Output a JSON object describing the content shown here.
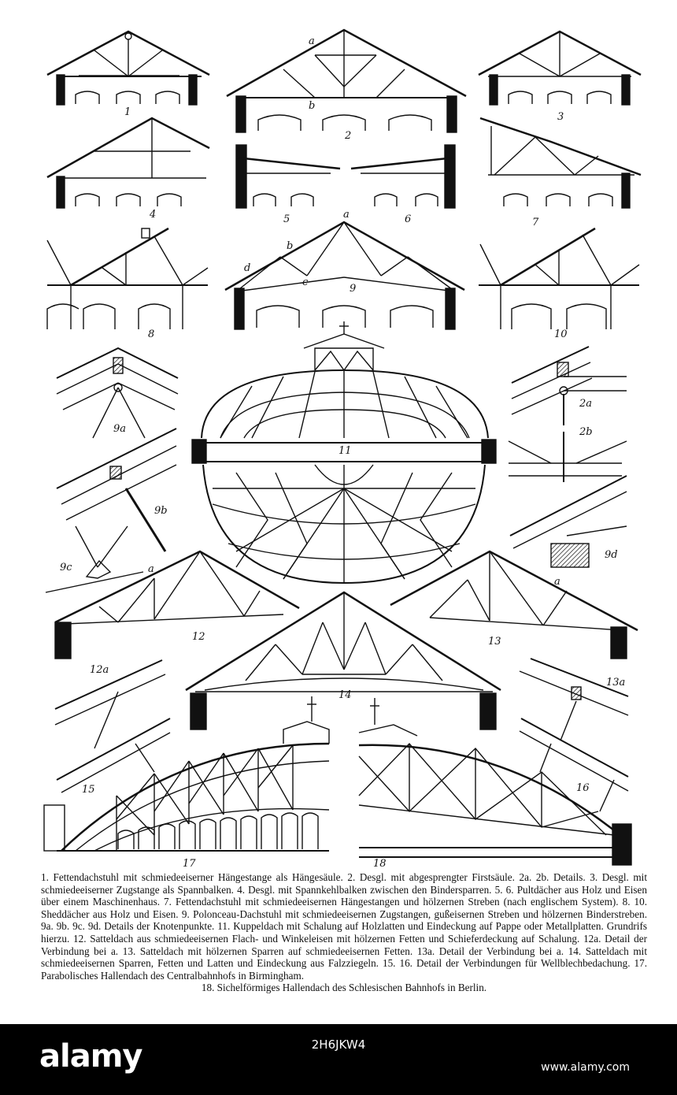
{
  "figure_numbers": [
    "1",
    "2",
    "3",
    "4",
    "5",
    "6",
    "7",
    "8",
    "9",
    "10",
    "11",
    "12",
    "13",
    "14",
    "15",
    "16",
    "17",
    "18"
  ],
  "detail_labels": [
    "9a",
    "9b",
    "9c",
    "9d",
    "2a",
    "2b",
    "12a",
    "13a"
  ],
  "point_labels": [
    "a",
    "b",
    "a",
    "b",
    "c",
    "d",
    "a",
    "a",
    "a"
  ],
  "caption": [
    "1. Fettendachstuhl mit schmiedeeiserner Hängestange als Hängesäule. 2. Desgl. mit abgesprengter Firstsäule. 2a. 2b. Details. 3. Desgl. mit schmiedeeiserner Zugstange als Spannbalken. 4. Desgl. mit Spannkehlbalken zwischen den Bindersparren. 5. 6. Pultdächer aus Holz und Eisen über einem Maschinenhaus. 7. Fettendachstuhl mit schmiedeeisernen Hängestangen und hölzernen Streben (nach englischem System). 8. 10. Sheddächer aus Holz und Eisen. 9. Polonceau-Dachstuhl mit schmiedeeisernen Zugstangen, gußeisernen Streben und hölzernen Binderstreben. 9a. 9b. 9c. 9d. Details der Knotenpunkte. 11. Kuppeldach mit Schalung auf Holzlatten und Eindeckung auf Pappe oder Metallplatten. Grundrifs hierzu. 12. Satteldach aus schmiedeeisernen Flach- und Winkeleisen mit hölzernen Fetten und Schieferdeckung auf Schalung. 12a. Detail der Verbindung bei a. 13. Satteldach mit hölzernen Sparren auf schmiedeeisernen Fetten. 13a. Detail der Verbindung bei a. 14. Satteldach mit schmiedeeisernen Sparren, Fetten und Latten und Eindeckung aus Falzziegeln. 15. 16. Detail der Verbindungen für Wellblechbedachung. 17. Parabolisches Hallendach des Centralbahnhofs in Birmingham.",
    "18. Sichelförmiges Hallendach des Schlesischen Bahnhofs in Berlin."
  ],
  "watermark": {
    "logo": "alamy",
    "image_id": "2H6JKW4",
    "site": "www.alamy.com"
  },
  "colors": {
    "ink": "#111111",
    "paper": "#ffffff",
    "banner": "#000000"
  }
}
